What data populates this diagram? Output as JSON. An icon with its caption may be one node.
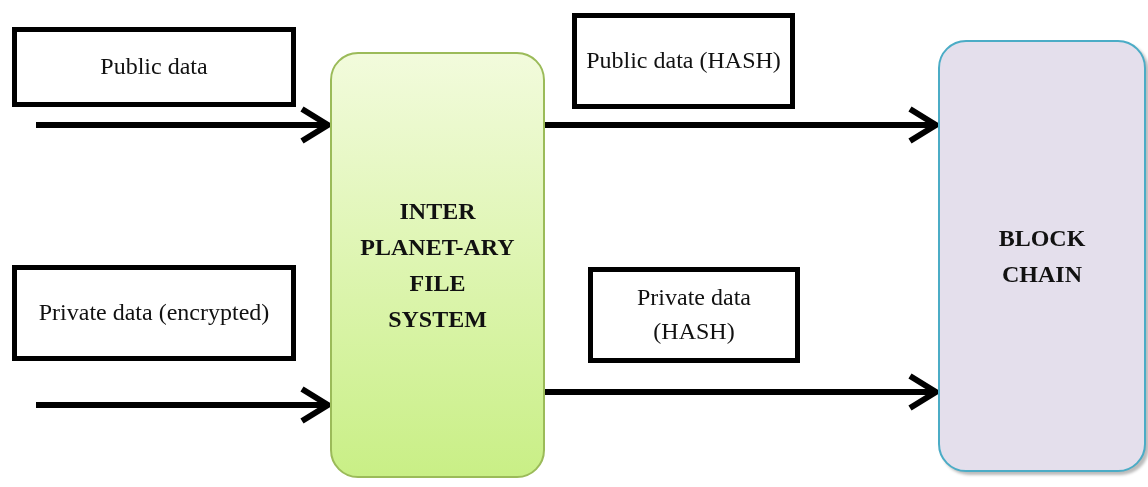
{
  "diagram": {
    "nodes": [
      {
        "text": [
          "Public data"
        ]
      },
      {
        "text": [
          "Private data (encrypted)"
        ]
      },
      {
        "text": [
          "INTER PLANET-ARY FILE SYSTEM"
        ]
      },
      {
        "text": [
          "Public data (HASH)"
        ]
      },
      {
        "text": [
          "Private data (HASH)"
        ]
      },
      {
        "text": [
          "BLOCK CHAIN"
        ]
      }
    ],
    "edges": [
      {
        "from": null,
        "to": 2,
        "arrow": "to"
      },
      {
        "from": null,
        "to": 2,
        "arrow": "to"
      },
      {
        "from": 2,
        "to": 5,
        "arrow": "to"
      },
      {
        "from": 2,
        "to": 5,
        "arrow": "to"
      }
    ]
  }
}
